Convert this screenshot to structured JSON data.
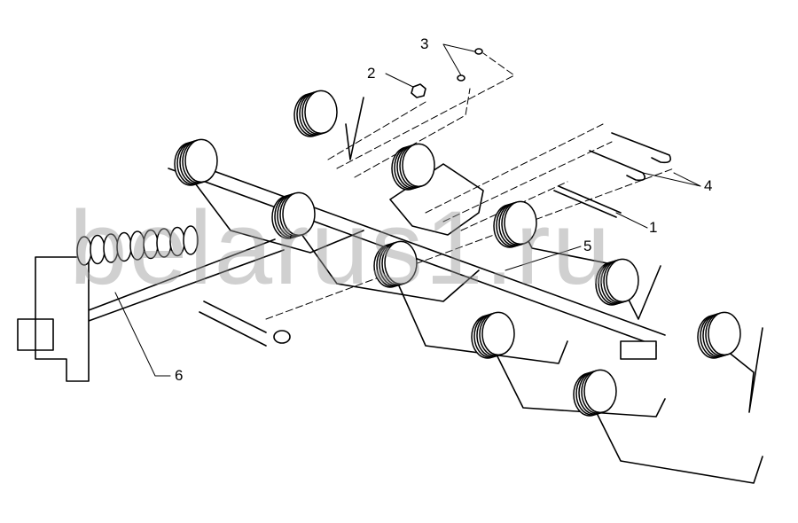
{
  "diagram": {
    "watermark": "belarus1.ru",
    "callouts": [
      {
        "id": "c1",
        "label": "1"
      },
      {
        "id": "c2",
        "label": "2"
      },
      {
        "id": "c3",
        "label": "3"
      },
      {
        "id": "c4",
        "label": "4"
      },
      {
        "id": "c5",
        "label": "5"
      },
      {
        "id": "c6",
        "label": "6"
      }
    ],
    "colors": {
      "line": "#000000",
      "watermark": "#969696"
    }
  }
}
